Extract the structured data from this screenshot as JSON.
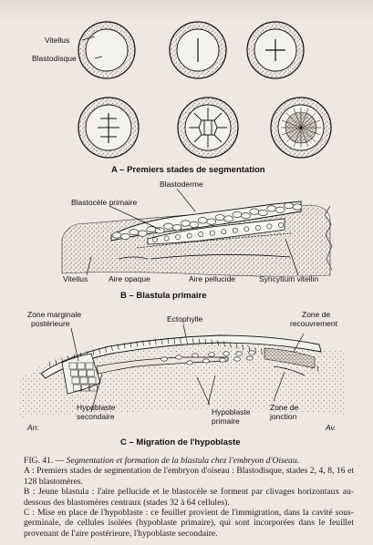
{
  "section_a": {
    "label_vitellus": "Vitellus",
    "label_blastodisque": "Blastodisque",
    "caption": "A – Premiers stades de segmentation"
  },
  "section_b": {
    "label_blastoderme": "Blastoderme",
    "label_blastocele": "Blastocèle primaire",
    "label_vitellus": "Vitellus",
    "label_aire_opaque": "Aire opaque",
    "label_aire_pellucide": "Aire pellucide",
    "label_syncytium": "Syncytium vitellin",
    "caption": "B – Blastula primaire"
  },
  "section_c": {
    "label_zone_marginale_1": "Zone marginale",
    "label_zone_marginale_2": "postérieure",
    "label_ectophylle": "Ectophylle",
    "label_zone_recouvrement_1": "Zone de",
    "label_zone_recouvrement_2": "recouvrement",
    "label_hypoblaste_sec_1": "Hypoblaste",
    "label_hypoblaste_sec_2": "secondaire",
    "label_hypoblaste_prim_1": "Hypoblaste",
    "label_hypoblaste_prim_2": "primaire",
    "label_zone_jonction_1": "Zone de",
    "label_zone_jonction_2": "jonction",
    "label_arr": "Arr.",
    "label_av": "Av.",
    "caption": "C – Migration de l'hypoblaste"
  },
  "figure_caption": {
    "number": "FIG. 41. —",
    "title": "Segmentation et formation de la blastula chez l'embryon d'Oiseau.",
    "text_a": "A : Premiers stades de segmentation de l'embryon d'oiseau : Blastodisque, stades 2, 4, 8, 16 et 128 blastomères.",
    "text_b": "B : Jeune blastula : l'aire pellucide et le blastocèle se forment par clivages horizontaux au-dessous des blastomères centraux (stades 32 à 64 cellules).",
    "text_c": "C : Mise en place de l'hypoblaste : ce feuillet provient de l'immigration, dans la cavité sous-germinale, de cellules isolées (hypoblaste primaire), qui sont incorporées dans le feuillet provenant de l'aire postérieure, l'hypoblaste secondaire."
  },
  "colors": {
    "paper": "#ece9e2",
    "ink": "#1a1a1a",
    "stipple": "#5a5650"
  }
}
